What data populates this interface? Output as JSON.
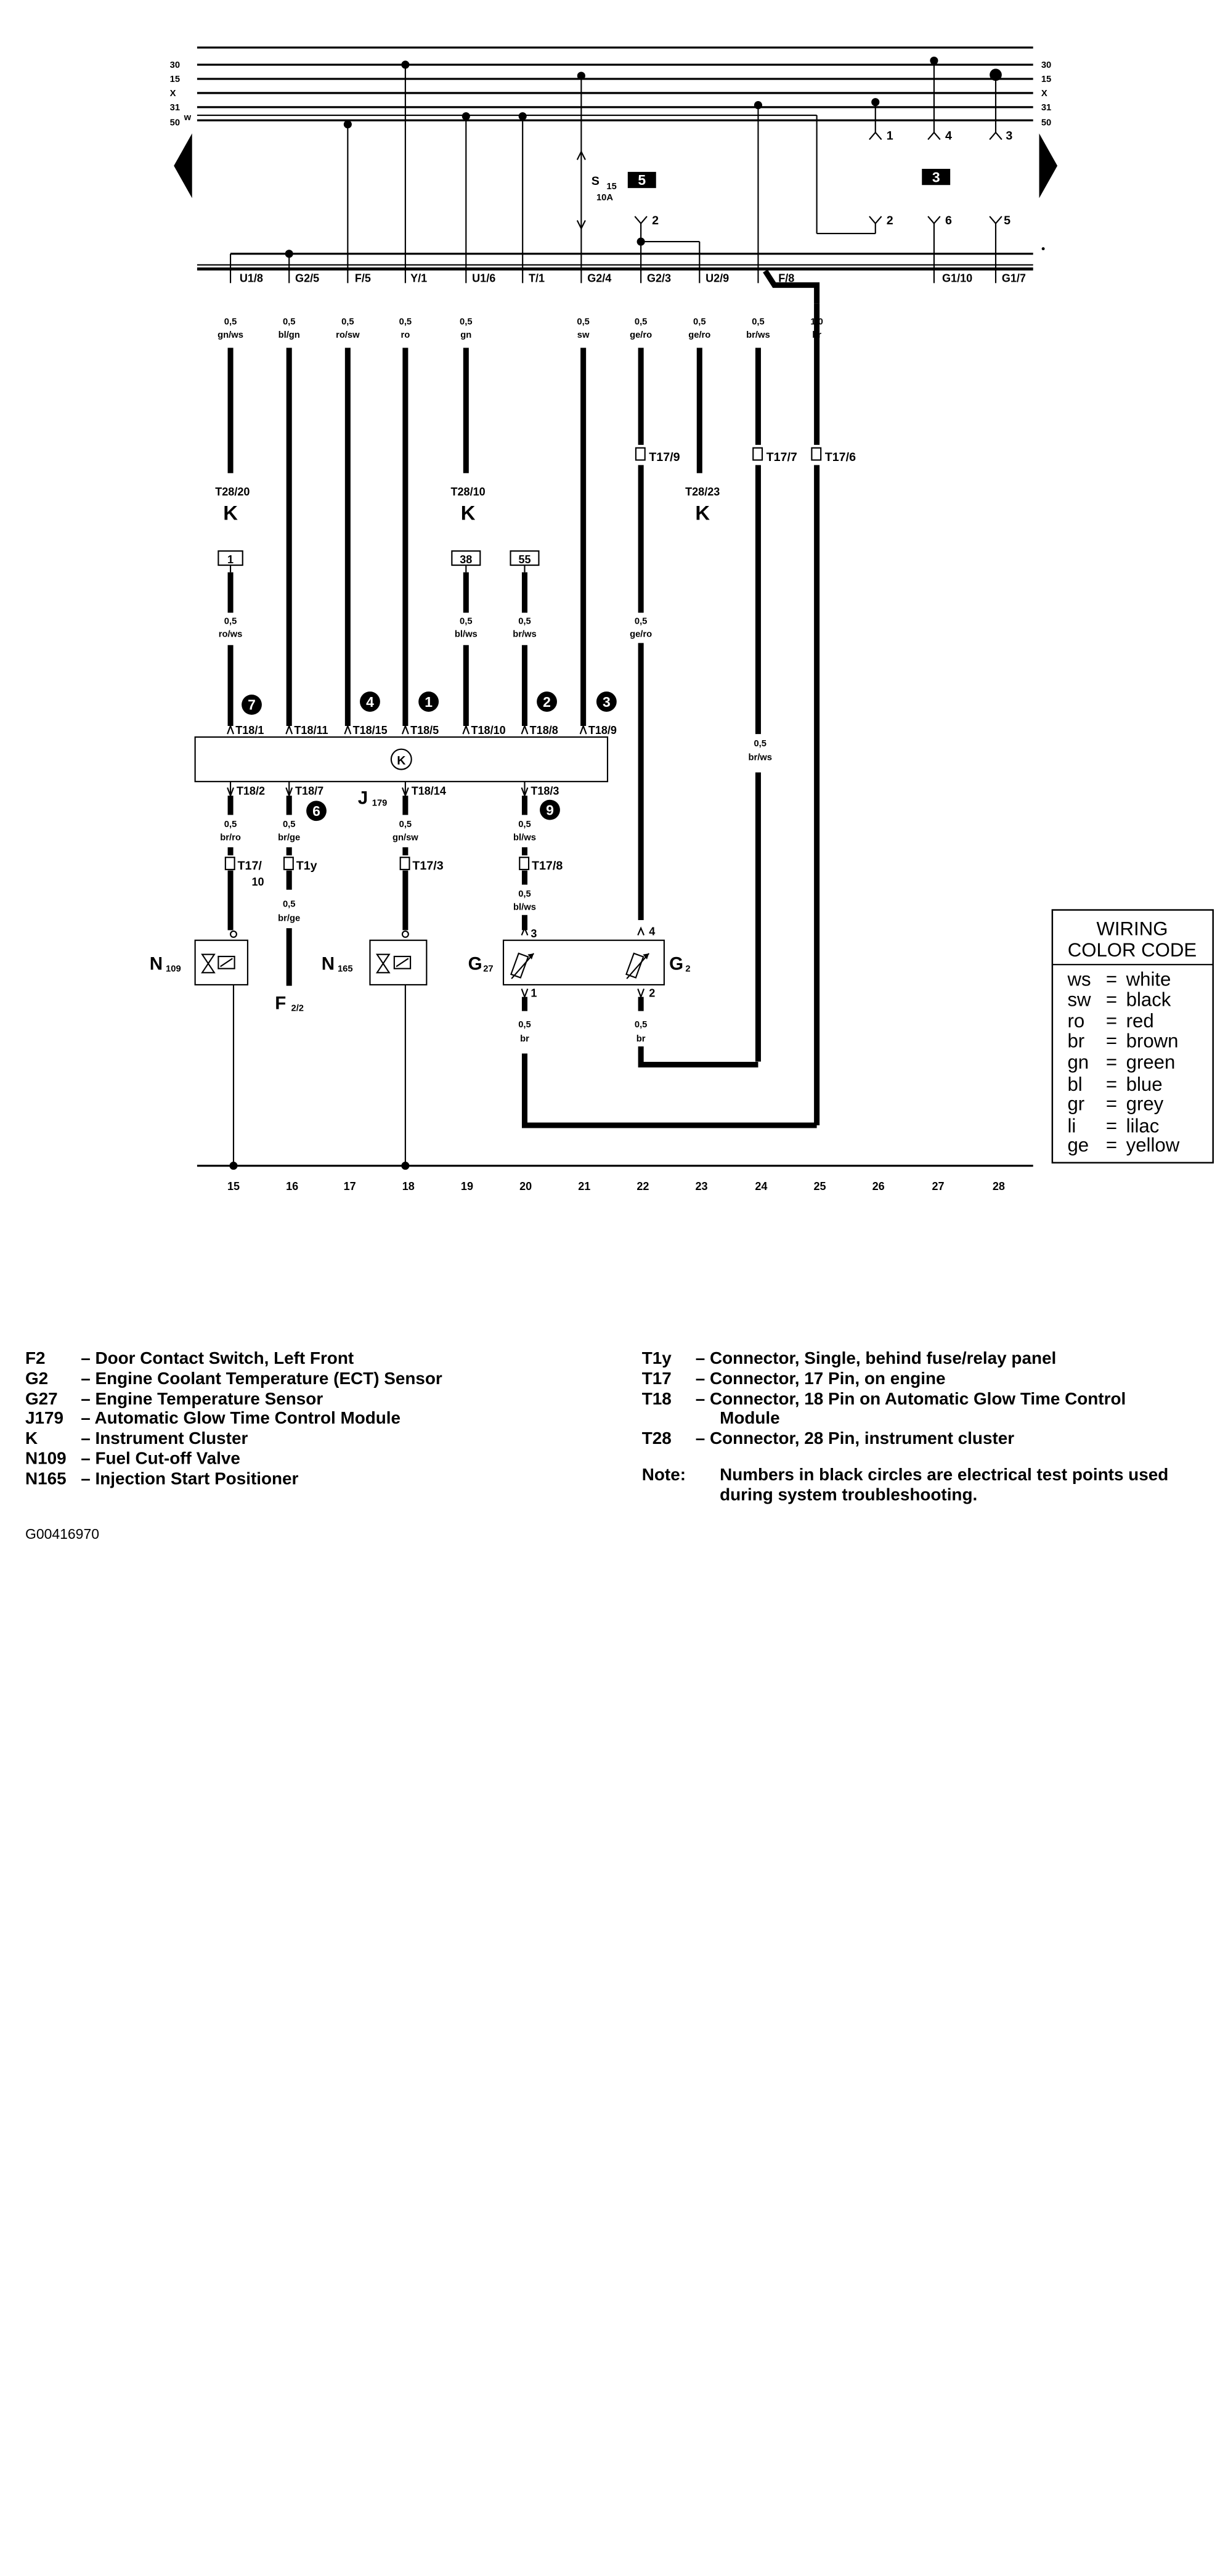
{
  "bus_labels": [
    "30",
    "15",
    "X",
    "31",
    "50"
  ],
  "bus_labels_w": "w",
  "fuse": {
    "label": "S",
    "number": "15",
    "rating": "10A"
  },
  "section_tags": [
    "5",
    "3"
  ],
  "relay_pins": [
    "1",
    "4",
    "3",
    "2",
    "6",
    "5",
    "2"
  ],
  "bar_connectors": [
    "U1/8",
    "G2/5",
    "F/5",
    "Y/1",
    "U1/6",
    "T/1",
    "G2/4",
    "G2/3",
    "U2/9",
    "F/8",
    "G1/10",
    "G1/7"
  ],
  "upper_wires": [
    {
      "size": "0,5",
      "color": "gn/ws"
    },
    {
      "size": "0,5",
      "color": "bl/gn"
    },
    {
      "size": "0,5",
      "color": "ro/sw"
    },
    {
      "size": "0,5",
      "color": "ro"
    },
    {
      "size": "0,5",
      "color": "gn"
    },
    {
      "size": "0,5",
      "color": "sw"
    },
    {
      "size": "0,5",
      "color": "ge/ro"
    },
    {
      "size": "0,5",
      "color": "ge/ro"
    },
    {
      "size": "0,5",
      "color": "br/ws"
    },
    {
      "size": "1,0",
      "color": "br"
    }
  ],
  "t17_connectors": [
    "T17/9",
    "T17/7",
    "T17/6"
  ],
  "instrument_cluster": [
    {
      "pin": "T28/20",
      "name": "K"
    },
    {
      "pin": "T28/10",
      "name": "K"
    },
    {
      "pin": "T28/23",
      "name": "K"
    }
  ],
  "component_boxes": [
    "1",
    "38",
    "55"
  ],
  "mid_wires": [
    {
      "size": "0,5",
      "color": "ro/ws"
    },
    {
      "size": "0,5",
      "color": "bl/ws"
    },
    {
      "size": "0,5",
      "color": "br/ws"
    },
    {
      "size": "0,5",
      "color": "ge/ro"
    },
    {
      "size": "0,5",
      "color": "br/ws"
    }
  ],
  "test_points": [
    "7",
    "4",
    "1",
    "2",
    "3",
    "6",
    "9"
  ],
  "module_top_pins": [
    "T18/1",
    "T18/11",
    "T18/15",
    "T18/5",
    "T18/10",
    "T18/8",
    "T18/9"
  ],
  "module_symbol": "K",
  "module_label": {
    "name": "J",
    "number": "179"
  },
  "module_bottom_pins": [
    "T18/2",
    "T18/7",
    "T18/14",
    "T18/3"
  ],
  "lower_wires": [
    {
      "size": "0,5",
      "color": "br/ro"
    },
    {
      "size": "0,5",
      "color": "br/ge"
    },
    {
      "size": "0,5",
      "color": "gn/sw"
    },
    {
      "size": "0,5",
      "color": "bl/ws"
    }
  ],
  "lower_connectors": {
    "t17_10": "T17/",
    "t17_10b": "10",
    "t1y": "T1y",
    "t17_3": "T17/3",
    "t17_8": "T17/8"
  },
  "below_connector_wires": [
    {
      "size": "0,5",
      "color": "br/ge"
    },
    {
      "size": "0,5",
      "color": "bl/ws"
    }
  ],
  "components": {
    "n109": {
      "name": "N",
      "sub": "109"
    },
    "n165": {
      "name": "N",
      "sub": "165"
    },
    "f2": {
      "name": "F",
      "sub": "2/2"
    },
    "g27": {
      "name": "G",
      "sub": "27"
    },
    "g2": {
      "name": "G",
      "sub": "2"
    }
  },
  "sensor_pins": [
    "3",
    "4",
    "1",
    "2"
  ],
  "sensor_wires": [
    {
      "size": "0,5",
      "color": "br"
    },
    {
      "size": "0,5",
      "color": "br"
    }
  ],
  "ground_numbers": [
    "15",
    "16",
    "17",
    "18",
    "19",
    "20",
    "21",
    "22",
    "23",
    "24",
    "25",
    "26",
    "27",
    "28"
  ],
  "wiring_color_code": {
    "title_line1": "WIRING",
    "title_line2": "COLOR CODE",
    "entries": [
      {
        "code": "ws",
        "eq": "=",
        "name": "white"
      },
      {
        "code": "sw",
        "eq": "=",
        "name": "black"
      },
      {
        "code": "ro",
        "eq": "=",
        "name": "red"
      },
      {
        "code": "br",
        "eq": "=",
        "name": "brown"
      },
      {
        "code": "gn",
        "eq": "=",
        "name": "green"
      },
      {
        "code": "bl",
        "eq": "=",
        "name": "blue"
      },
      {
        "code": "gr",
        "eq": "=",
        "name": "grey"
      },
      {
        "code": "li",
        "eq": "=",
        "name": "lilac"
      },
      {
        "code": "ge",
        "eq": "=",
        "name": "yellow"
      }
    ]
  },
  "legend_left": [
    {
      "code": "F2",
      "text": "–  Door Contact Switch, Left Front"
    },
    {
      "code": "G2",
      "text": "–  Engine Coolant Temperature (ECT) Sensor"
    },
    {
      "code": "G27",
      "text": "–  Engine Temperature Sensor"
    },
    {
      "code": "J179",
      "text": "–  Automatic Glow Time Control Module"
    },
    {
      "code": "K",
      "text": "–  Instrument Cluster"
    },
    {
      "code": "N109",
      "text": "–  Fuel Cut-off Valve"
    },
    {
      "code": "N165",
      "text": "–  Injection Start Positioner"
    }
  ],
  "legend_right": [
    {
      "code": "T1y",
      "text": "–  Connector, Single, behind fuse/relay panel"
    },
    {
      "code": "T17",
      "text": "–  Connector, 17 Pin, on engine"
    },
    {
      "code": "T18",
      "text": "–  Connector, 18 Pin on Automatic Glow Time Control"
    },
    {
      "code": "",
      "text": "Module"
    },
    {
      "code": "T28",
      "text": "–  Connector, 28 Pin, instrument cluster"
    }
  ],
  "note": {
    "label": "Note:",
    "line1": "Numbers in black circles are electrical test points used",
    "line2": "during system troubleshooting."
  },
  "image_code": "G00416970"
}
